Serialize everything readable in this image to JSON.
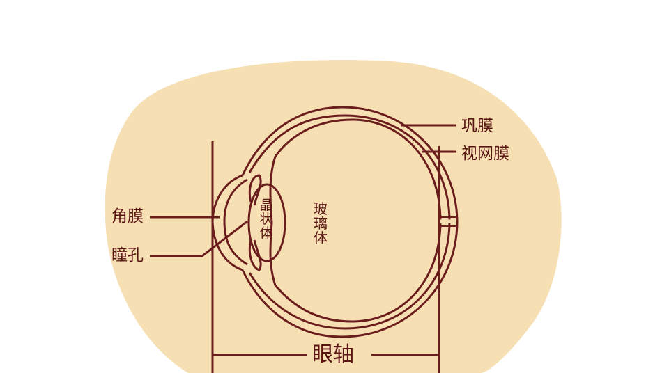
{
  "labels": {
    "sclera": "巩膜",
    "retina": "视网膜",
    "cornea": "角膜",
    "pupil": "瞳孔",
    "lens": "晶状体",
    "vitreous": "玻璃体",
    "eye_axis": "眼轴"
  },
  "colors": {
    "background_blob": "#f6dfb2",
    "stroke": "#6b1c1c",
    "text": "#5a1414"
  }
}
